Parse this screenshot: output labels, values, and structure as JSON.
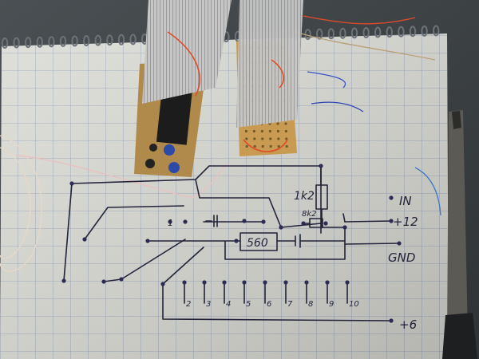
{
  "photo": {
    "labels": {
      "in": "IN",
      "plus12": "+12",
      "gnd": "GND",
      "plus6": "+6",
      "r1": "1k2",
      "r2": "8k2",
      "box": "560",
      "pin1": "1",
      "pins": [
        "2",
        "3",
        "4",
        "5",
        "6",
        "7",
        "8",
        "9",
        "10"
      ]
    },
    "colors": {
      "table": "#3f4447",
      "paper": "#dcdcd6",
      "grid": "#8a9bb8",
      "ink": "#23233a",
      "pcb": "#b08a4a",
      "ribbon": "#bdbdbd"
    }
  }
}
